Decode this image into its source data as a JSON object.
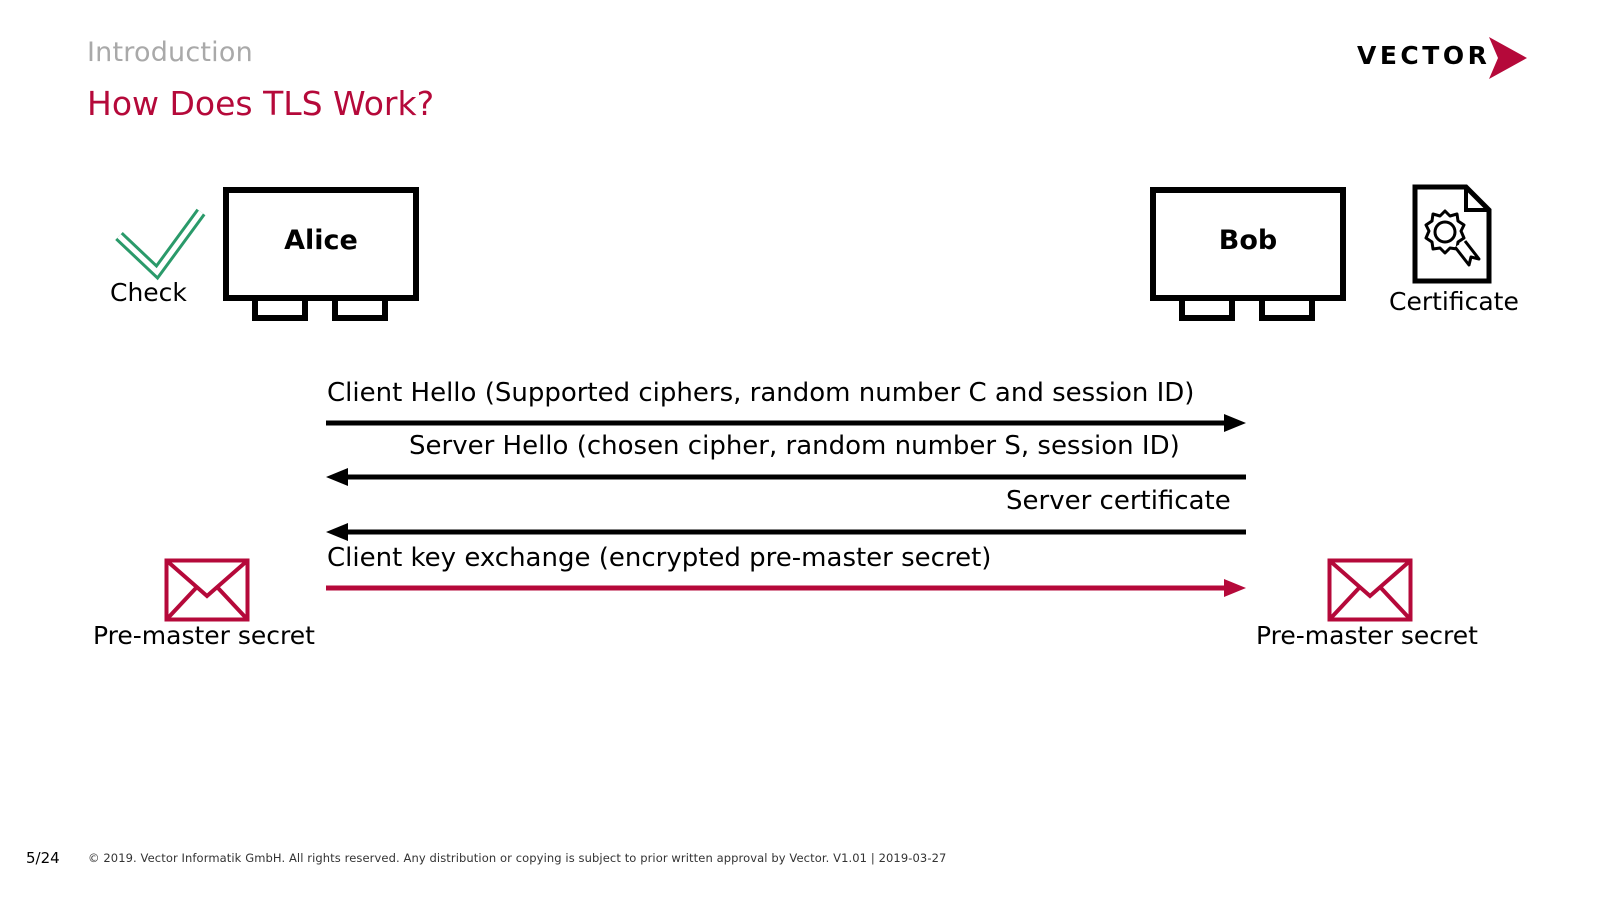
{
  "header": {
    "section": "Introduction",
    "title": "How Does TLS Work?",
    "logo_text": "VECTOR"
  },
  "colors": {
    "accent": "#b5093a",
    "check": "#2a9a6a",
    "section": "#a9a9a9"
  },
  "diagram": {
    "client": {
      "name": "Alice",
      "badge_label": "Check",
      "badge_icon": "checkmark-icon"
    },
    "server": {
      "name": "Bob",
      "badge_label": "Certificate",
      "badge_icon": "certificate-icon"
    },
    "messages": [
      {
        "text": "Client Hello (Supported ciphers, random number C and session ID)",
        "direction": "to-server",
        "color": "#000000"
      },
      {
        "text": "Server Hello (chosen cipher, random number S, session ID)",
        "direction": "to-client",
        "color": "#000000"
      },
      {
        "text": "Server certificate",
        "direction": "to-client",
        "color": "#000000"
      },
      {
        "text": "Client key exchange (encrypted pre-master secret)",
        "direction": "to-server",
        "color": "#b5093a"
      }
    ],
    "client_secret_label": "Pre-master secret",
    "server_secret_label": "Pre-master secret"
  },
  "footer": {
    "page": "5/24",
    "copyright": "© 2019. Vector Informatik GmbH. All rights reserved. Any distribution or copying is subject to prior written approval by Vector. V1.01 | 2019-03-27"
  }
}
